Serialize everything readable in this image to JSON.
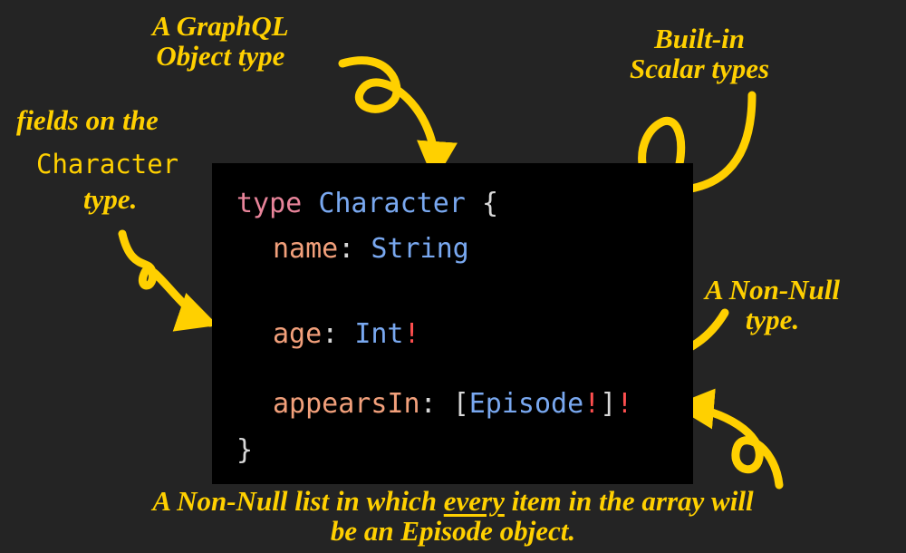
{
  "annotations": {
    "object_type": [
      "A GraphQL",
      "Object type"
    ],
    "scalar_types": [
      "Built-in",
      "Scalar types"
    ],
    "fields_prefix": "fields on the",
    "fields_type_name": "Character",
    "fields_suffix": "type.",
    "non_null": [
      "A Non-Null",
      "type."
    ],
    "list_pre": "A Non-Null list in which ",
    "list_emph": "every",
    "list_post": " item in the array will",
    "list_line2": "be an Episode object."
  },
  "code": {
    "keyword": "type",
    "type_name": "Character",
    "open_brace": "{",
    "close_brace": "}",
    "fields": [
      {
        "name": "name",
        "sep": ": ",
        "type": "String",
        "bang": ""
      },
      {
        "name": "age",
        "sep": ": ",
        "type": "Int",
        "bang": "!"
      },
      {
        "name": "appearsIn",
        "sep": ": ",
        "open": "[",
        "type": "Episode",
        "inner_bang": "!",
        "close": "]",
        "bang": "!"
      }
    ]
  },
  "colors": {
    "background": "#242424",
    "code_background": "#000000",
    "annotation": "#ffd000",
    "keyword": "#e8849a",
    "type": "#79a8f0",
    "field": "#f2a07b",
    "punctuation": "#d8d8d8",
    "non_null_bang": "#ff4f4f"
  }
}
